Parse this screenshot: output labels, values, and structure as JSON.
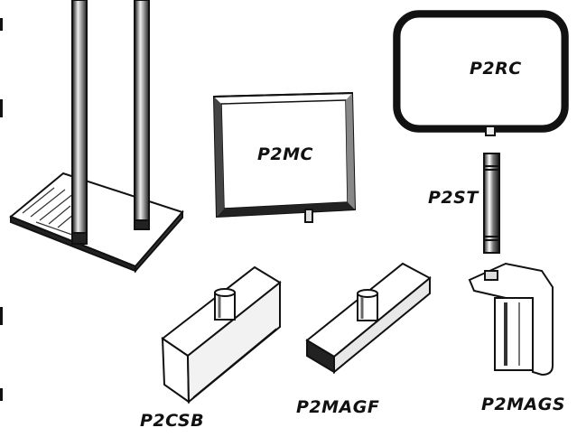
{
  "labels": {
    "p2rc": "P2RC",
    "p2mc": "P2MC",
    "p2st": "P2ST",
    "p2csb": "P2CSB",
    "p2magf": "P2MAGF",
    "p2mags": "P2MAGS"
  },
  "colors": {
    "ink": "#111111",
    "paper": "#ffffff",
    "shade": "#555555"
  }
}
